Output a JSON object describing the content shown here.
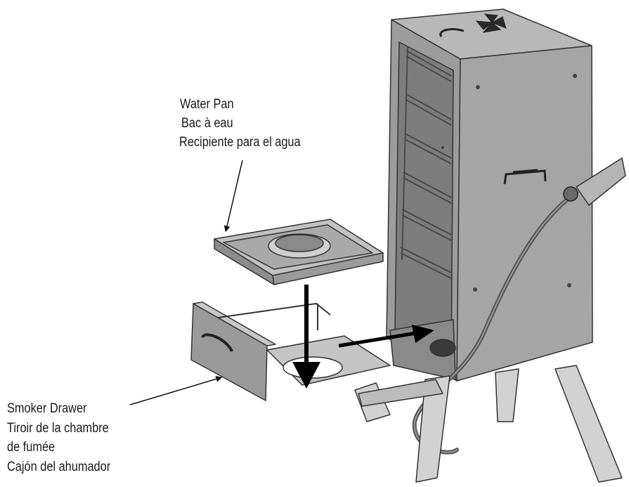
{
  "water_pan_label": {
    "en": "Water Pan",
    "fr": "Bac à eau",
    "es": "Recipiente para el agua"
  },
  "smoker_drawer_label": {
    "en": "Smoker Drawer",
    "fr_line1": "Tiroir de la chambre",
    "fr_line2": "de fumée",
    "es": "Cajón del ahumador"
  }
}
